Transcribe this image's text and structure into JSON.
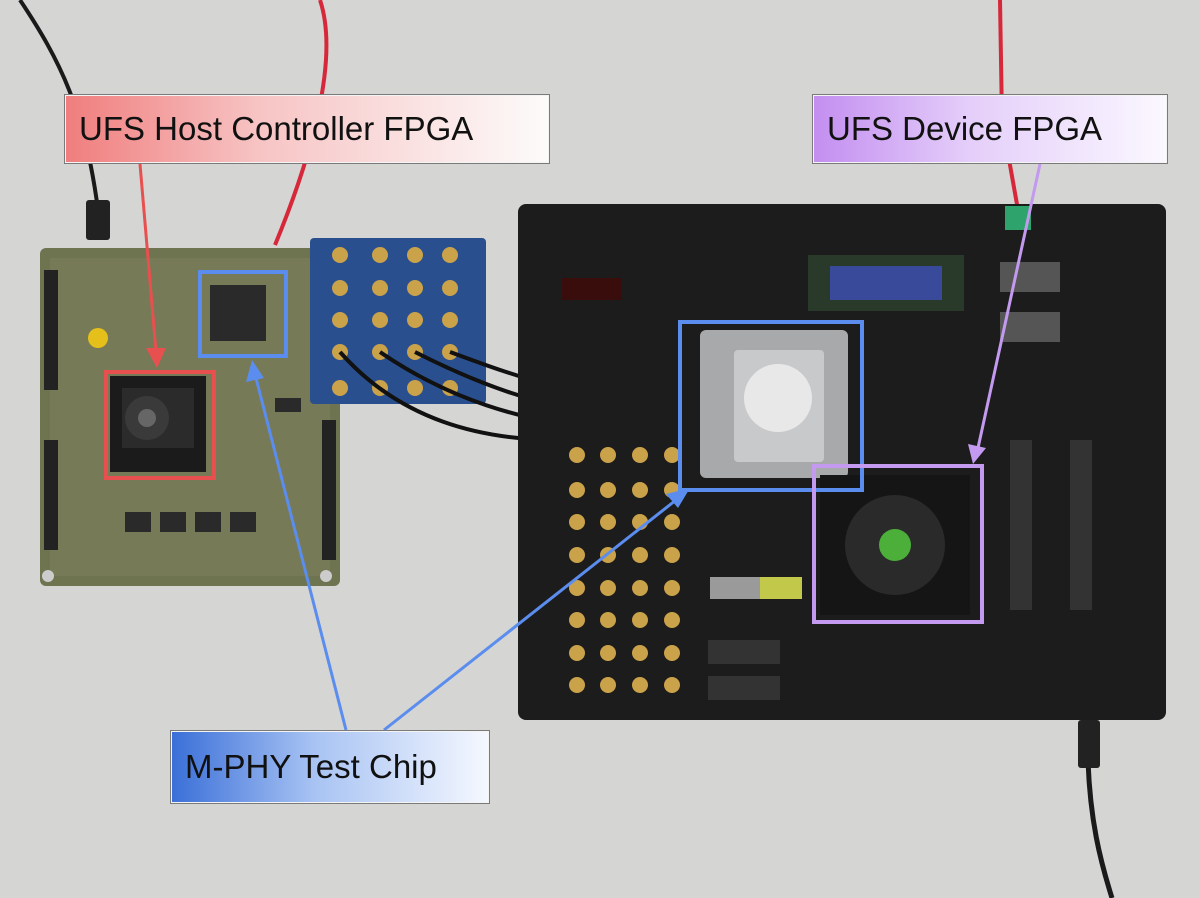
{
  "labels": {
    "host_fpga": "UFS Host Controller FPGA",
    "device_fpga": "UFS Device FPGA",
    "mphy_chip": "M-PHY Test Chip"
  },
  "colors": {
    "host": "#e8504f",
    "device": "#c39af0",
    "mphy": "#5b8def",
    "background": "#d9d9d7",
    "board_green": "#6e7350",
    "board_black": "#1c1c1c",
    "board_blue": "#2a4f8e"
  }
}
